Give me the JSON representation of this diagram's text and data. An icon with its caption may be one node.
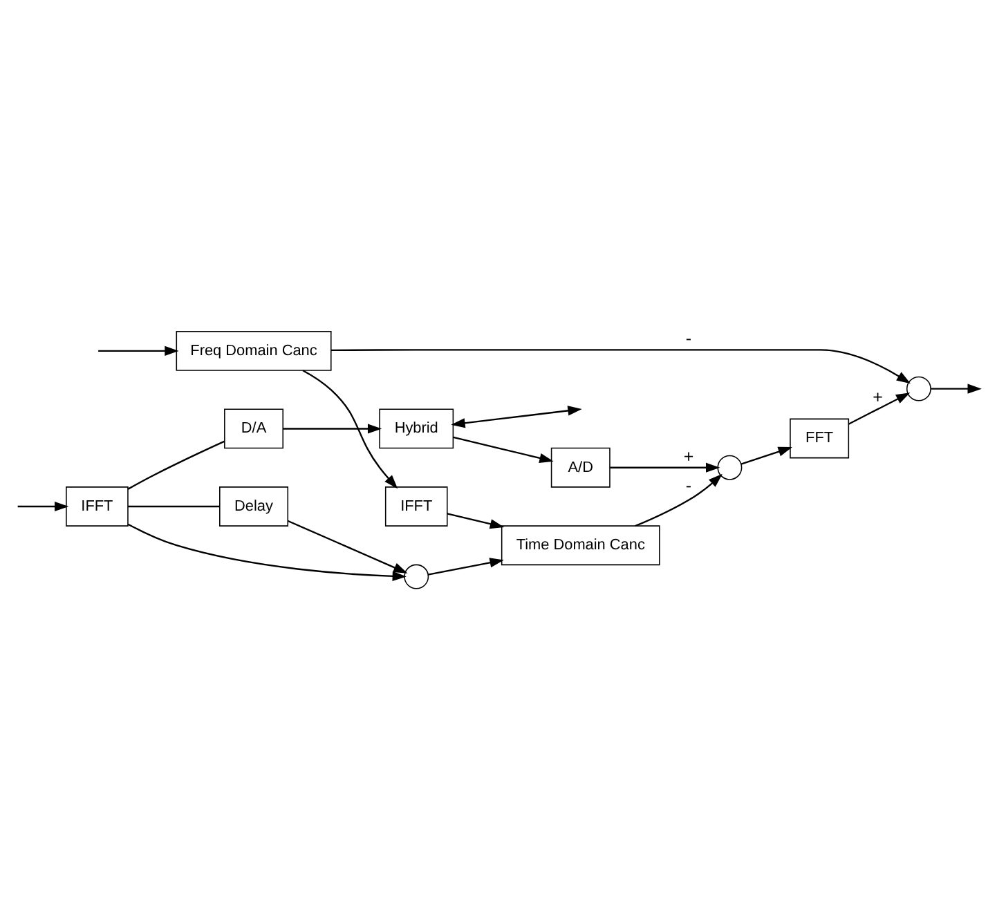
{
  "diagram": {
    "nodes": [
      {
        "text": [
          "IFFT"
        ]
      },
      {
        "text": [
          "D/A"
        ]
      },
      {
        "text": [
          "Hybrid"
        ]
      },
      {
        "text": [
          "Delay"
        ]
      },
      {
        "text": [
          "Freq Domain Canc"
        ]
      },
      {
        "text": [],
        "shape": "circle"
      },
      {
        "text": [
          "IFFT"
        ]
      },
      {
        "text": [
          "Time Domain Canc"
        ]
      },
      {
        "text": [],
        "shape": "circle"
      },
      {
        "text": [
          "FFT"
        ]
      },
      {
        "text": [],
        "shape": "circle"
      },
      {
        "text": [
          "A/D"
        ]
      }
    ],
    "edges": [
      {
        "from": null,
        "to": 0,
        "arrow": "to"
      },
      {
        "from": null,
        "to": 4,
        "arrow": "to"
      },
      {
        "from": 0,
        "to": 1,
        "arrow": "none"
      },
      {
        "from": 0,
        "to": 3,
        "arrow": "none"
      },
      {
        "from": 0,
        "to": 5,
        "arrow": "to"
      },
      {
        "from": 1,
        "to": 2,
        "arrow": "to"
      },
      {
        "from": 2,
        "to": null,
        "arrow": "both"
      },
      {
        "from": 3,
        "to": 5,
        "arrow": "to"
      },
      {
        "from": 5,
        "to": 7,
        "arrow": "to"
      },
      {
        "from": 2,
        "to": 11,
        "arrow": "to"
      },
      {
        "from": 4,
        "to": 6,
        "arrow": "to"
      },
      {
        "from": 6,
        "to": 7,
        "arrow": "to"
      },
      {
        "from": 4,
        "to": 8,
        "arrow": "to",
        "label": "-"
      },
      {
        "from": 7,
        "to": 10,
        "arrow": "to",
        "label": "-"
      },
      {
        "from": 11,
        "to": 10,
        "arrow": "to",
        "label": "+"
      },
      {
        "from": 10,
        "to": 9,
        "arrow": "to"
      },
      {
        "from": 9,
        "to": 8,
        "arrow": "to",
        "label": "+"
      },
      {
        "from": 8,
        "to": null,
        "arrow": "to"
      }
    ]
  }
}
